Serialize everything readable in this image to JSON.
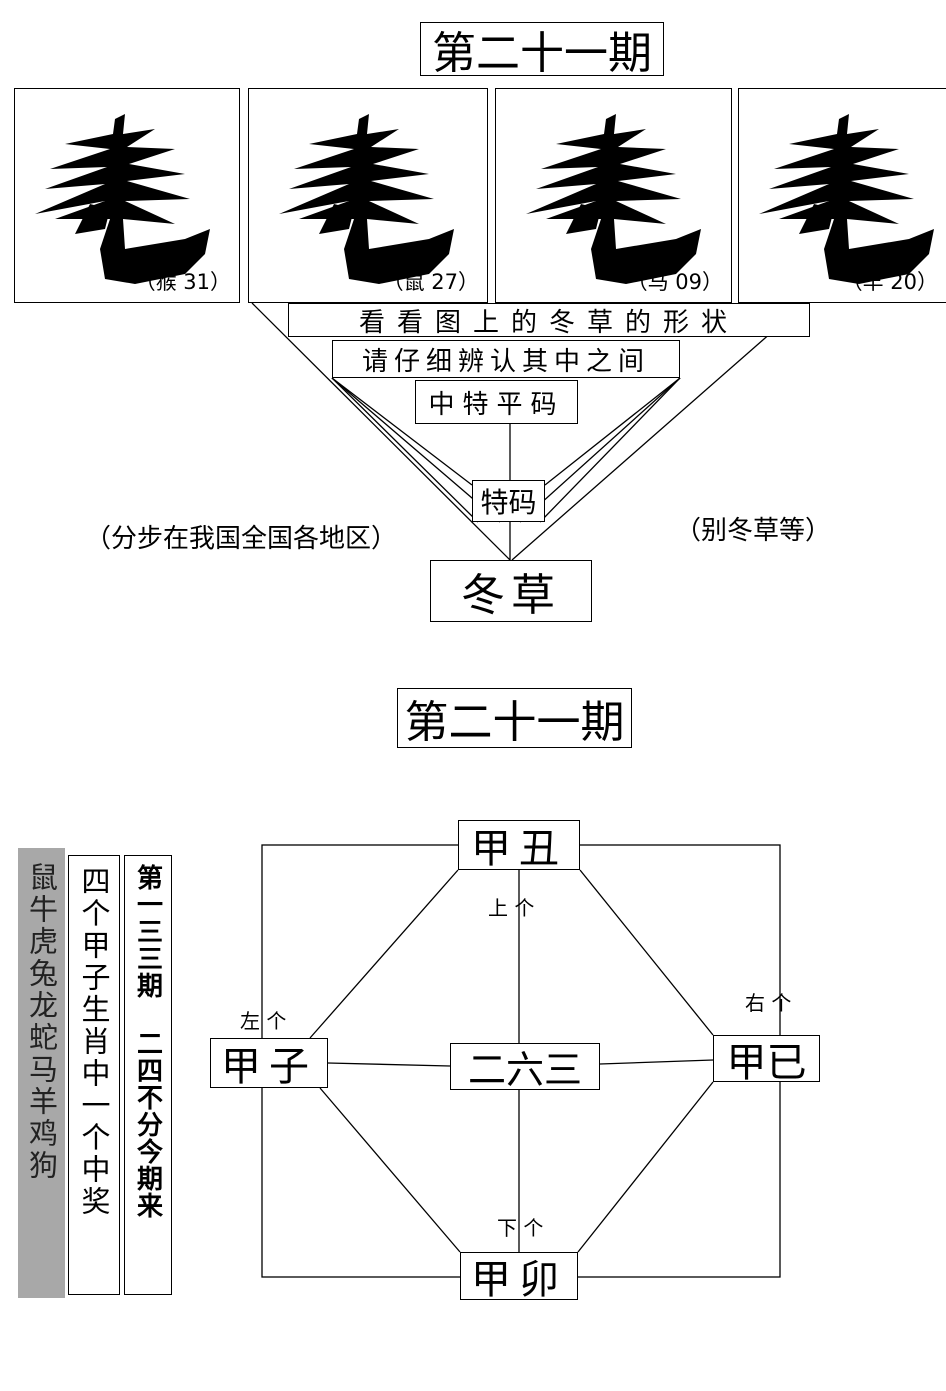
{
  "top": {
    "title": "第二十一期",
    "panels": [
      {
        "caption": "（猴 31）"
      },
      {
        "caption": "（鼠 27）"
      },
      {
        "caption": "（马 09）"
      },
      {
        "caption": "（羊 20）"
      }
    ],
    "line1": "看看图上的冬草的形状",
    "line2": "请仔细辨认其中之间",
    "line3": "中特平码",
    "special": "特码",
    "answer": "冬草",
    "note_left": "（分步在我国全国各地区）",
    "note_right": "（别冬草等）"
  },
  "bottom": {
    "title": "第二十一期",
    "zodiac_column": "鼠牛虎兔龙蛇马羊鸡狗",
    "hint_column": "四个甲子生肖中一个中奖",
    "period_column": "第一三三期 二四不分今期来",
    "nodes": {
      "top": "甲丑",
      "left": "甲子",
      "right": "甲已",
      "center": "二六三",
      "bottom": "甲卯"
    },
    "labels": {
      "up": "上 个",
      "left": "左 个",
      "right": "右 个",
      "down": "下 个"
    }
  }
}
